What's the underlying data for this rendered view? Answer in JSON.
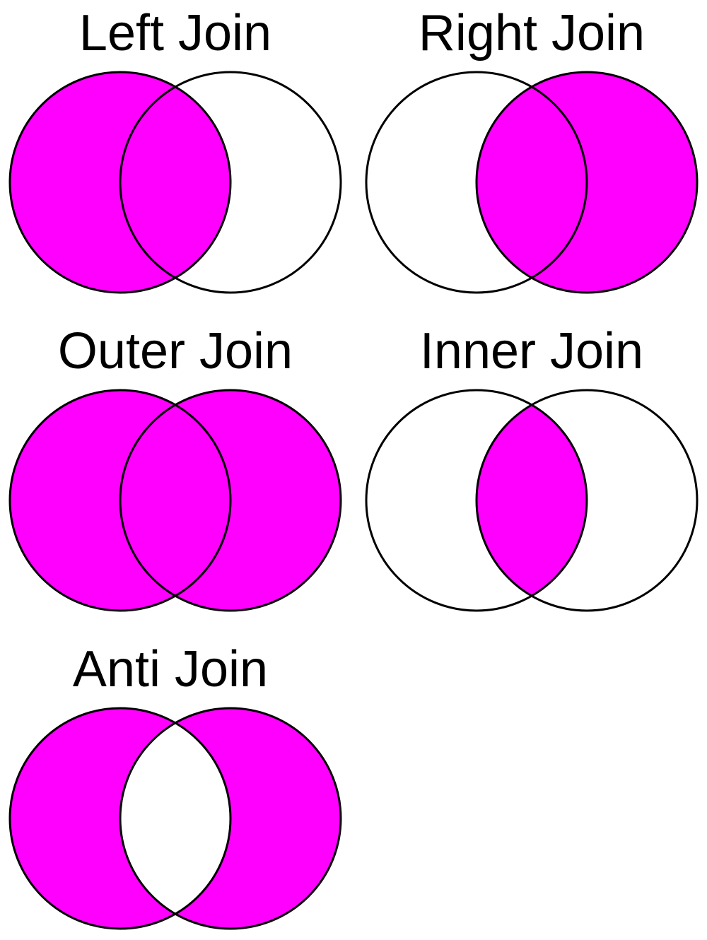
{
  "colors": {
    "highlight": "#ff00ff",
    "background": "#ffffff",
    "outline": "#000000"
  },
  "diagrams": [
    {
      "title": "Left Join",
      "shade": "left"
    },
    {
      "title": "Right Join",
      "shade": "right"
    },
    {
      "title": "Outer Join",
      "shade": "outer"
    },
    {
      "title": "Inner Join",
      "shade": "inner"
    },
    {
      "title": "Anti Join",
      "shade": "anti"
    }
  ]
}
